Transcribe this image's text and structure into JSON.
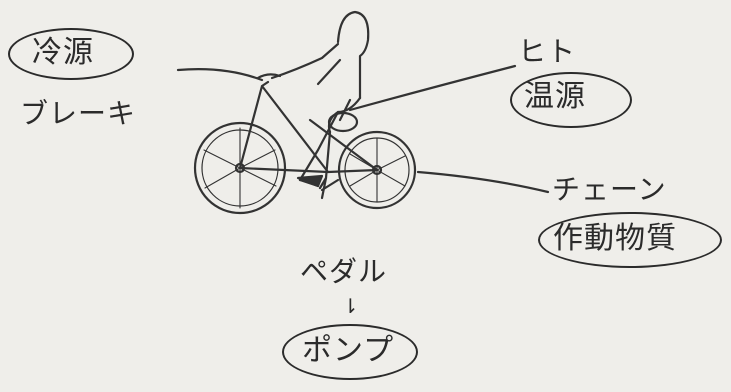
{
  "labels": {
    "cold_source": "冷源",
    "brake": "ブレーキ",
    "person": "ヒト",
    "heat_source": "温源",
    "chain": "チェーン",
    "working_substance": "作動物質",
    "pedal": "ペダル",
    "arrow": "⇂",
    "pump": "ポンプ"
  }
}
